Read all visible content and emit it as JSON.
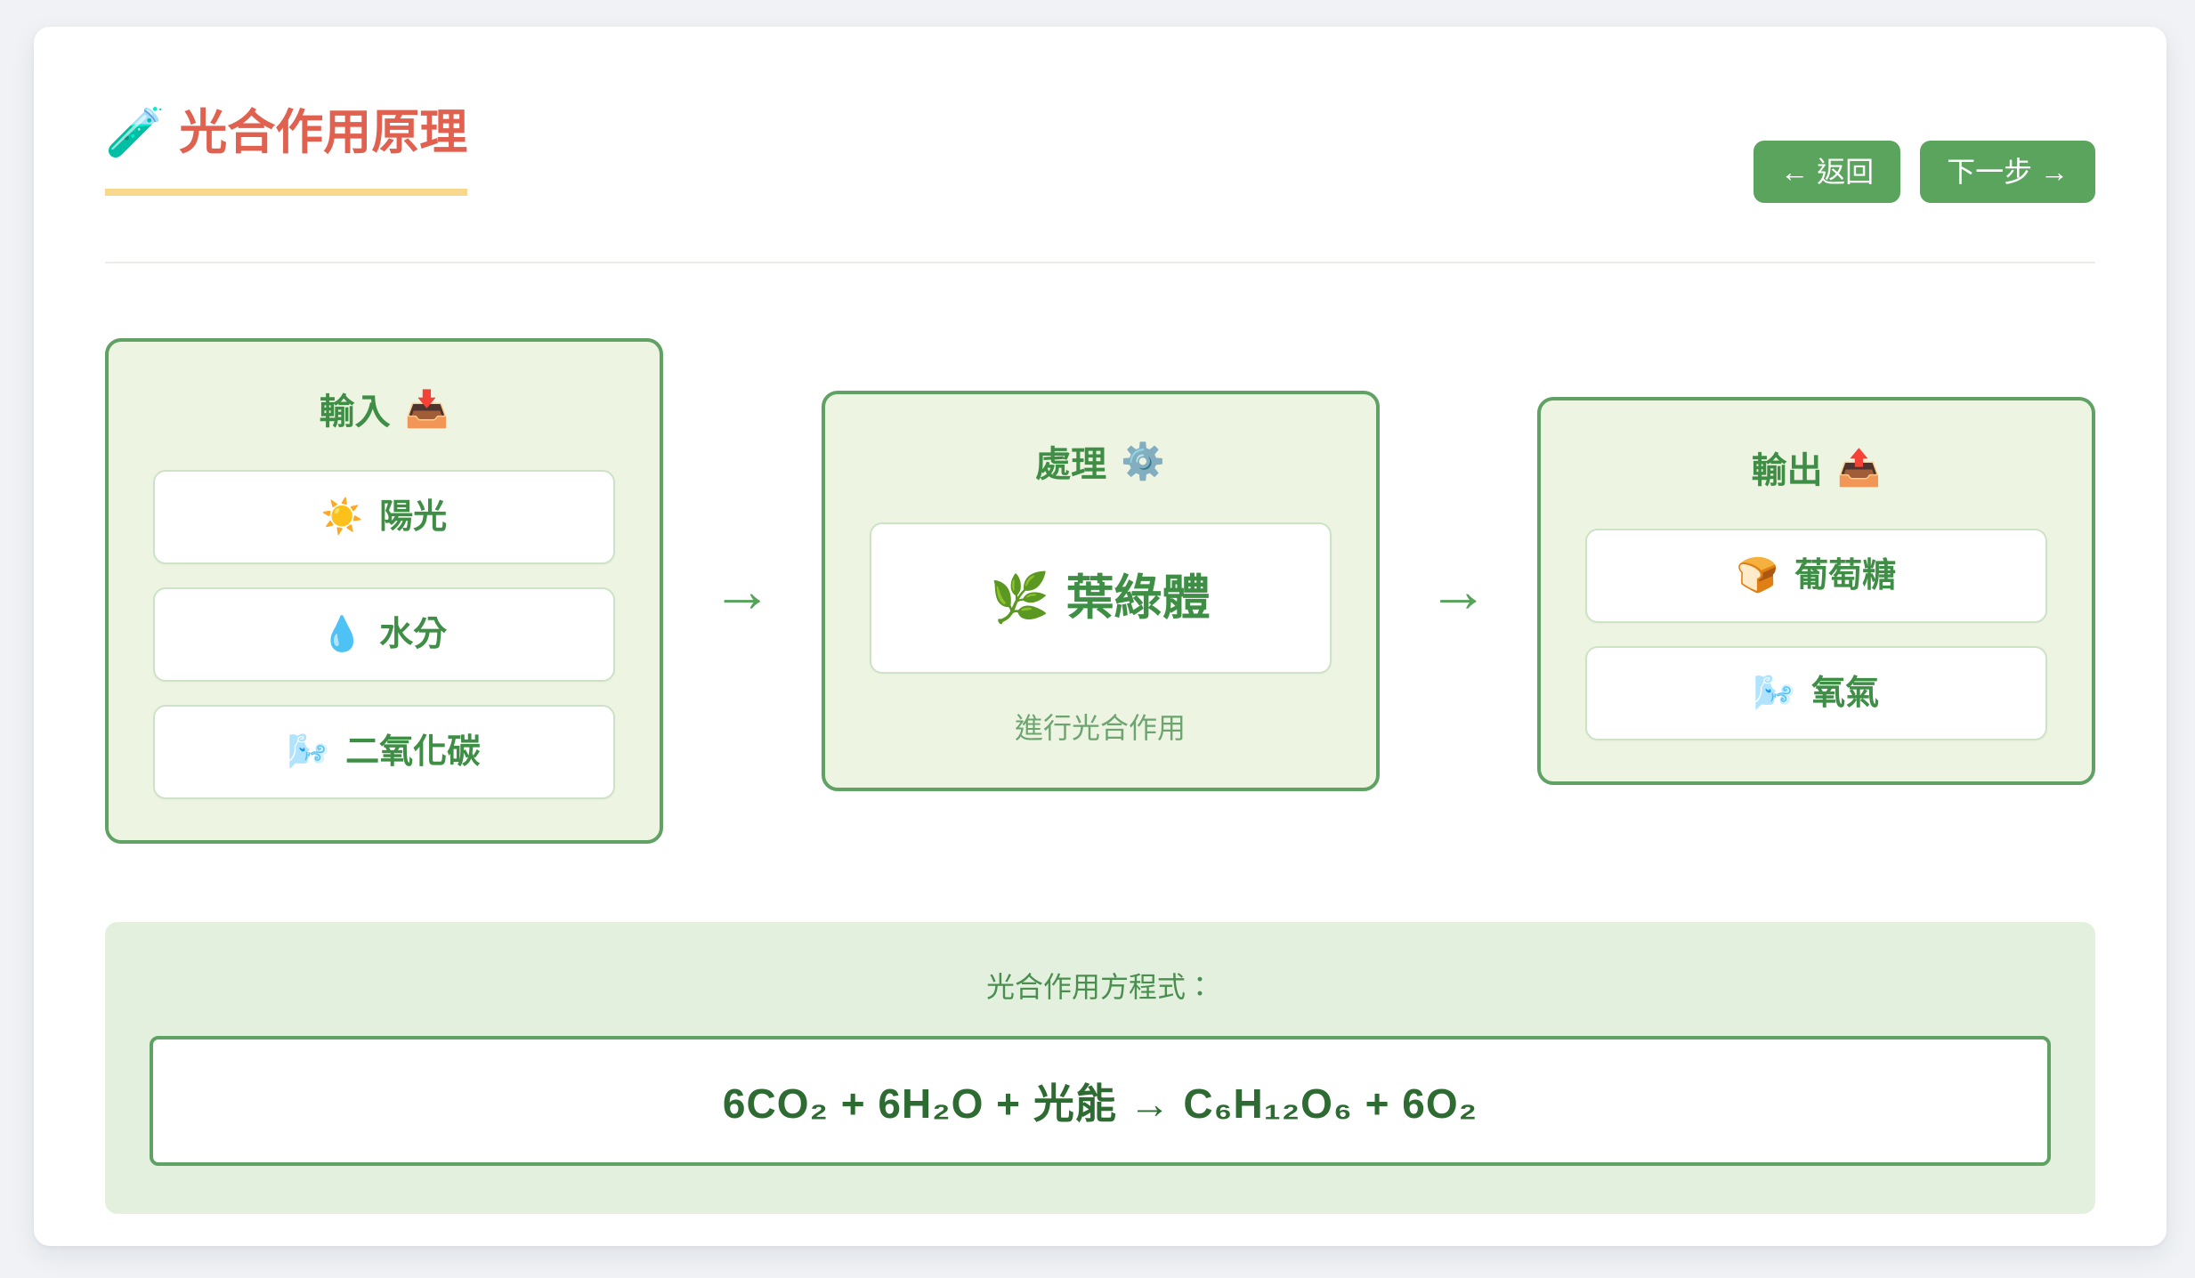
{
  "page": {
    "title": "光合作用原理",
    "title_icon": "🧪"
  },
  "toolbar": {
    "back_label": "← 返回",
    "next_label": "下一步 →"
  },
  "diagram": {
    "arrow": "→",
    "columns": [
      {
        "id": "input",
        "header": "輸入",
        "header_icon": "📥",
        "items": [
          {
            "icon": "☀️",
            "label": "陽光"
          },
          {
            "icon": "💧",
            "label": "水分"
          },
          {
            "icon": "🌬️",
            "label": "二氧化碳"
          }
        ]
      },
      {
        "id": "process",
        "header": "處理",
        "header_icon": "⚙️",
        "main": {
          "icon": "🌿",
          "label": "葉綠體"
        },
        "caption": "進行光合作用"
      },
      {
        "id": "output",
        "header": "輸出",
        "header_icon": "📤",
        "items": [
          {
            "icon": "🍞",
            "label": "葡萄糖"
          },
          {
            "icon": "🌬️",
            "label": "氧氣"
          }
        ]
      }
    ]
  },
  "equation_section": {
    "label": "光合作用方程式：",
    "equation": "6CO₂ + 6H₂O + 光能 → C₆H₁₂O₆ + 6O₂"
  },
  "colors": {
    "page_bg": "#f0f2f5",
    "card_bg": "#ffffff",
    "title_red": "#e0614f",
    "underline_yellow": "#f7d88d",
    "button_green": "#5ba45e",
    "box_border_green": "#5fa263",
    "box_bg_green": "#eef4e2",
    "item_border_green": "#cde2c6",
    "text_green": "#3f8e45",
    "caption_green": "#6da571",
    "equation_section_bg": "#e3f0de",
    "equation_text_green": "#2d6b32",
    "label_green": "#4b8f50",
    "divider_green": "#e8efe5",
    "arrow_green": "#57a35b"
  }
}
